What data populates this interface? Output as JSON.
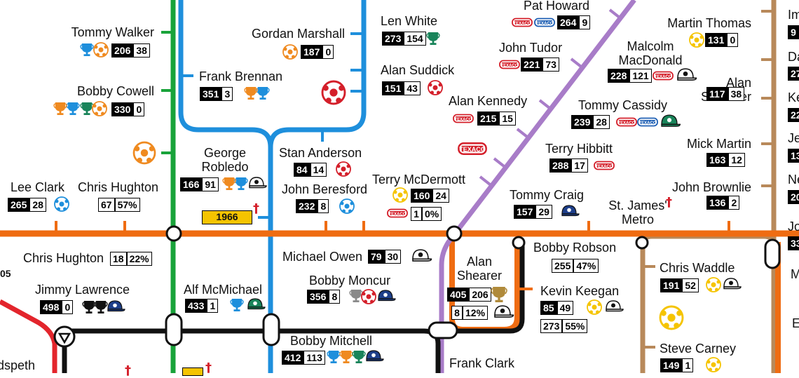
{
  "year_badge": "1966",
  "dagger": "†",
  "labels": {
    "tommy_walker": "Tommy Walker",
    "bobby_cowell": "Bobby Cowell",
    "lee_clark": "Lee Clark",
    "chris_hughton_1": "Chris Hughton",
    "chris_hughton_2": "Chris Hughton",
    "jimmy_lawrence": "Jimmy Lawrence",
    "dspeth": "dspeth",
    "frank_brennan": "Frank Brennan",
    "gordan_marshall": "Gordan Marshall",
    "george_robledo": "George\nRobledo",
    "alf_mcmichael": "Alf McMichael",
    "len_white": "Len White",
    "alan_suddick": "Alan Suddick",
    "stan_anderson": "Stan Anderson",
    "john_beresford": "John Beresford",
    "michael_owen": "Michael Owen",
    "bobby_moncur": "Bobby Moncur",
    "bobby_mitchell": "Bobby Mitchell",
    "terry_mcdermott": "Terry McDermott",
    "pat_howard": "Pat Howard",
    "john_tudor": "John Tudor",
    "alan_kennedy": "Alan Kennedy",
    "alan_shearer": "Alan\nShearer",
    "frank_clark": "Frank Clark",
    "malcolm_macdonald": "Malcolm\nMacDonald",
    "tommy_cassidy": "Tommy Cassidy",
    "terry_hibbitt": "Terry Hibbitt",
    "tommy_craig": "Tommy Craig",
    "bobby_robson": "Bobby Robson",
    "kevin_keegan": "Kevin Keegan",
    "martin_thomas": "Martin Thomas",
    "alan_shoulder": "Alan\nShoulder",
    "mick_martin": "Mick Martin",
    "john_brownlie": "John Brownlie",
    "st_james_metro": "St. James'\nMetro",
    "chris_waddle": "Chris Waddle",
    "steve_carney": "Steve Carney",
    "edge_05": "05",
    "edge_im": "Im",
    "edge_da": "Da",
    "edge_ke": "Ke",
    "edge_je": "Je",
    "edge_ne": "Ne",
    "edge_jo": "Jo",
    "edge_m": "M",
    "edge_e": "E"
  },
  "stats": {
    "tommy_walker": [
      "206",
      "38"
    ],
    "bobby_cowell": [
      "330",
      "0"
    ],
    "lee_clark": [
      "265",
      "28"
    ],
    "chris_hughton_1": [
      "67",
      "57%"
    ],
    "chris_hughton_2": [
      "18",
      "22%"
    ],
    "jimmy_lawrence": [
      "498",
      "0"
    ],
    "frank_brennan": [
      "351",
      "3"
    ],
    "gordan_marshall": [
      "187",
      "0"
    ],
    "george_robledo": [
      "166",
      "91"
    ],
    "alf_mcmichael": [
      "433",
      "1"
    ],
    "len_white": [
      "273",
      "154"
    ],
    "alan_suddick": [
      "151",
      "43"
    ],
    "stan_anderson": [
      "84",
      "14"
    ],
    "john_beresford": [
      "232",
      "8"
    ],
    "michael_owen": [
      "79",
      "30"
    ],
    "bobby_moncur": [
      "356",
      "8"
    ],
    "bobby_mitchell": [
      "412",
      "113"
    ],
    "terry_mcdermott_a": [
      "160",
      "24"
    ],
    "terry_mcdermott_b": [
      "1",
      "0%"
    ],
    "pat_howard": [
      "264",
      "9"
    ],
    "john_tudor": [
      "221",
      "73"
    ],
    "alan_kennedy": [
      "215",
      "15"
    ],
    "alan_shearer_a": [
      "405",
      "206"
    ],
    "alan_shearer_b": [
      "8",
      "12%"
    ],
    "malcolm_macdonald": [
      "228",
      "121"
    ],
    "tommy_cassidy": [
      "239",
      "28"
    ],
    "terry_hibbitt": [
      "288",
      "17"
    ],
    "tommy_craig": [
      "157",
      "29"
    ],
    "bobby_robson": [
      "255",
      "47%"
    ],
    "kevin_keegan_a": [
      "85",
      "49"
    ],
    "kevin_keegan_b": [
      "273",
      "55%"
    ],
    "martin_thomas": [
      "131",
      "0"
    ],
    "alan_shoulder": [
      "117",
      "38"
    ],
    "mick_martin": [
      "163",
      "12"
    ],
    "john_brownlie": [
      "136",
      "2"
    ],
    "chris_waddle": [
      "191",
      "52"
    ],
    "steve_carney": [
      "149",
      "1"
    ],
    "edge_9": [
      "9"
    ],
    "edge_27": [
      "27"
    ],
    "edge_22": [
      "22"
    ],
    "edge_13": [
      "13"
    ],
    "edge_20": [
      "20"
    ],
    "edge_33": [
      "33"
    ]
  },
  "sponsor_text": "TEXACO",
  "colors": {
    "green_line": "#19a33a",
    "blue_line": "#1e8fdc",
    "orange_line": "#ef6c12",
    "purple_line": "#a87cc8",
    "brown_line": "#b8895a",
    "black_line": "#111111",
    "red_line": "#e3252c",
    "badge_yellow": "#f5c400",
    "texaco_red": "#d41f2a"
  }
}
